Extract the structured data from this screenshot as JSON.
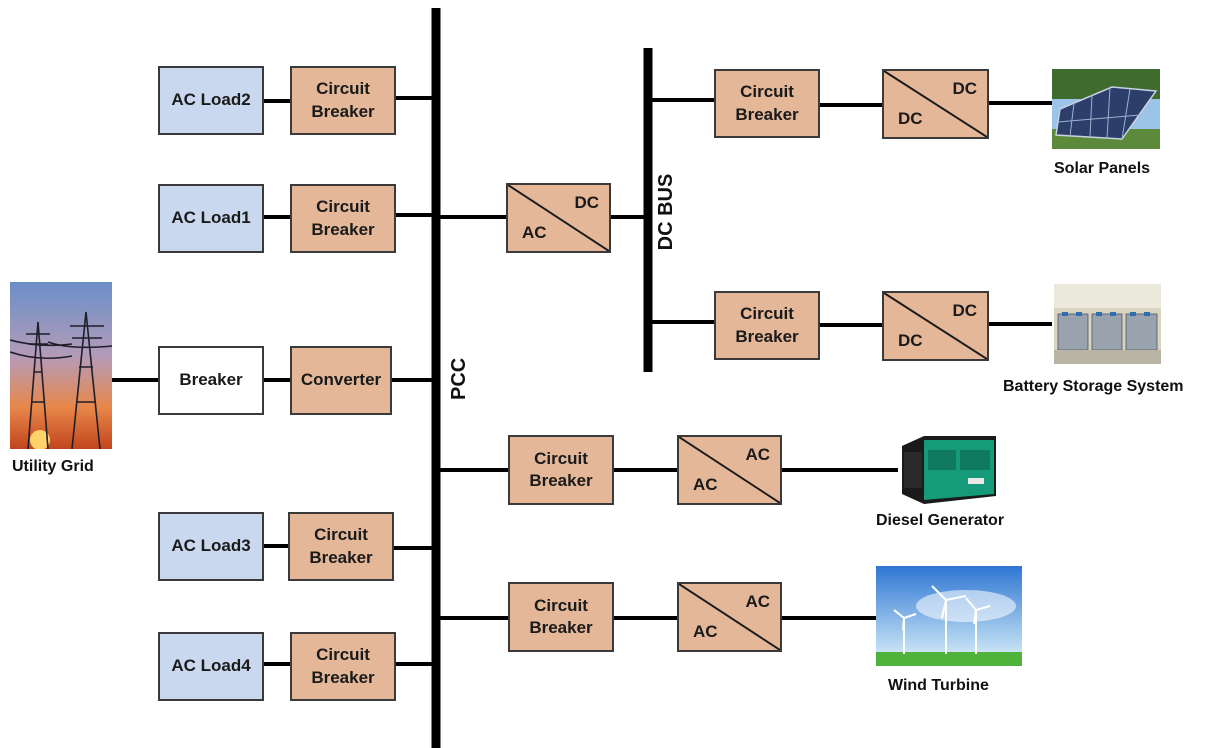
{
  "buses": {
    "pcc": "PCC",
    "dc_bus": "DC BUS"
  },
  "ac_loads": {
    "load1": "AC Load1",
    "load2": "AC Load2",
    "load3": "AC Load3",
    "load4": "AC Load4"
  },
  "circuit_breaker": {
    "line1": "Circuit",
    "line2": "Breaker"
  },
  "grid_path": {
    "breaker": "Breaker",
    "converter": "Converter"
  },
  "converters": {
    "ac_dc": {
      "top": "DC",
      "bottom": "AC"
    },
    "dc_dc": {
      "top": "DC",
      "bottom": "DC"
    },
    "ac_ac": {
      "top": "AC",
      "bottom": "AC"
    }
  },
  "sources": {
    "utility_grid": "Utility Grid",
    "solar_panels": "Solar Panels",
    "battery": "Battery Storage System",
    "diesel": "Diesel Generator",
    "wind": "Wind Turbine"
  },
  "colors": {
    "load_fill": "#c9d8ef",
    "breaker_fill": "#e3b797",
    "bus": "#000000"
  }
}
